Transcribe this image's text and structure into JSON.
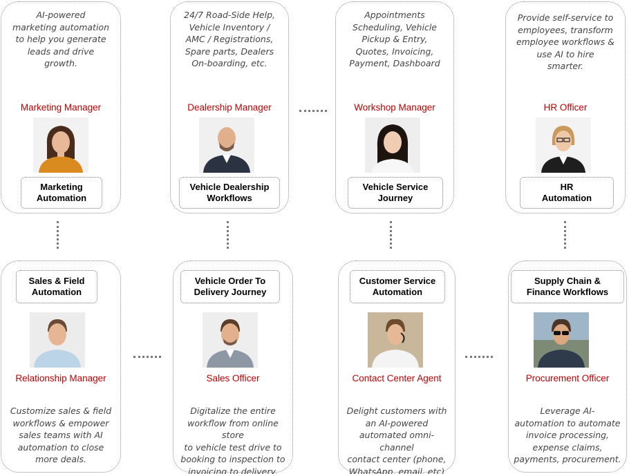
{
  "top_cards": [
    {
      "description": "AI-powered\nmarketing automation\nto help you generate\nleads and drive\ngrowth.",
      "role": "Marketing Manager",
      "solution": "Marketing\nAutomation",
      "photo_icon": "woman-portrait-icon"
    },
    {
      "description": "24/7 Road-Side Help,\nVehicle Inventory /\nAMC / Registrations,\nSpare parts, Dealers\nOn-boarding, etc.",
      "role": "Dealership Manager",
      "solution": "Vehicle Dealership\nWorkflows",
      "photo_icon": "man-portrait-icon"
    },
    {
      "description": "Appointments\nScheduling, Vehicle\nPickup & Entry,\nQuotes, Invoicing,\nPayment, Dashboard",
      "role": "Workshop Manager",
      "solution": "Vehicle Service\nJourney",
      "photo_icon": "woman-portrait-icon"
    },
    {
      "description": "Provide self-service to\nemployees, transform\nemployee workflows &\nuse AI to hire\nsmarter.",
      "role": "HR Officer",
      "solution": "HR\nAutomation",
      "photo_icon": "woman-portrait-icon"
    }
  ],
  "bottom_cards": [
    {
      "solution": "Sales & Field\nAutomation",
      "role": "Relationship Manager",
      "description": "Customize sales & field\nworkflows & empower\nsales teams with AI\nautomation to close\nmore deals.",
      "photo_icon": "man-portrait-icon"
    },
    {
      "solution": "Vehicle Order To\nDelivery Journey",
      "role": "Sales Officer",
      "description": "Digitalize the entire\nworkflow from online store\nto vehicle test drive to\nbooking to inspection to\ninvoicing to  delivery.",
      "photo_icon": "man-portrait-icon"
    },
    {
      "solution": "Customer Service\nAutomation",
      "role": "Contact Center Agent",
      "description": "Delight customers with\nan AI-powered\nautomated omni-channel\ncontact center (phone,\nWhatsApp, email, etc)",
      "photo_icon": "man-portrait-icon"
    },
    {
      "solution": "Supply Chain &\nFinance Workflows",
      "role": "Procurement Officer",
      "description": "Leverage AI-\nautomation to automate\ninvoice processing,\nexpense claims,\npayments, procurement.",
      "photo_icon": "man-portrait-icon"
    }
  ],
  "colors": {
    "role_text": "#c00000",
    "border": "#8a8a8a",
    "connector": "#7a7a7a"
  }
}
